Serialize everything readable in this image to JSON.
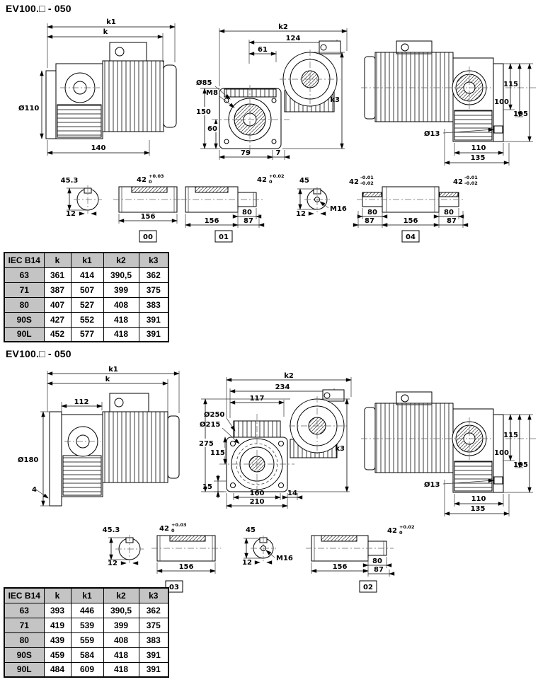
{
  "s1": {
    "title": "EV100.□ - 050",
    "viewA": {
      "k1": "k1",
      "k": "k",
      "dia110": "Ø110",
      "len140": "140"
    },
    "viewB": {
      "k2": "k2",
      "w124": "124",
      "w61": "61",
      "dia85": "Ø85",
      "m8": "M8",
      "h150": "150",
      "h60": "60",
      "b79": "79",
      "b7": "7",
      "k3": "k3"
    },
    "viewC": {
      "h115": "115",
      "h100": "100",
      "h195": "195",
      "dia13": "Ø13",
      "b110": "110",
      "b135": "135"
    },
    "shaft00": {
      "h453": "45.3",
      "w12": "12",
      "d42": "42",
      "tolu": "+0.03",
      "told": "0",
      "len156": "156",
      "label": "00"
    },
    "shaft01": {
      "d42": "42",
      "tolu": "+0.02",
      "told": "0",
      "len80": "80",
      "len156": "156",
      "len87": "87",
      "label": "01"
    },
    "shaft04": {
      "h45": "45",
      "w12": "12",
      "m16": "M16",
      "d42l": "42",
      "tolul": "-0.01",
      "toldl": "-0.02",
      "d42r": "42",
      "tolur": "-0.01",
      "toldr": "-0.02",
      "len80l": "80",
      "len87l": "87",
      "len156": "156",
      "len80r": "80",
      "len87r": "87",
      "label": "04"
    },
    "table": {
      "headers": [
        "IEC B14",
        "k",
        "k1",
        "k2",
        "k3"
      ],
      "rows": [
        [
          "63",
          "361",
          "414",
          "390,5",
          "362"
        ],
        [
          "71",
          "387",
          "507",
          "399",
          "375"
        ],
        [
          "80",
          "407",
          "527",
          "408",
          "383"
        ],
        [
          "90S",
          "427",
          "552",
          "418",
          "391"
        ],
        [
          "90L",
          "452",
          "577",
          "418",
          "391"
        ]
      ]
    }
  },
  "s2": {
    "title": "EV100.□ - 050",
    "viewD": {
      "k1": "k1",
      "k": "k",
      "w112": "112",
      "dia180": "Ø180",
      "t4": "4"
    },
    "viewE": {
      "k2": "k2",
      "w234": "234",
      "w117": "117",
      "dia250": "Ø250",
      "dia215": "Ø215",
      "h275": "275",
      "h115": "115",
      "h15": "15",
      "b160": "160",
      "b210": "210",
      "b14": "14",
      "k3": "k3"
    },
    "viewF": {
      "h115": "115",
      "h100": "100",
      "h195": "195",
      "dia13": "Ø13",
      "b110": "110",
      "b135": "135"
    },
    "shaft03": {
      "h453": "45.3",
      "w12": "12",
      "d42": "42",
      "tolu": "+0.03",
      "told": "0",
      "len156": "156",
      "label": "03"
    },
    "shaft02": {
      "h45": "45",
      "w12": "12",
      "m16": "M16",
      "d42": "42",
      "tolu": "+0.02",
      "told": "0",
      "len156": "156",
      "len80": "80",
      "len87": "87",
      "label": "02"
    },
    "table": {
      "headers": [
        "IEC B14",
        "k",
        "k1",
        "k2",
        "k3"
      ],
      "rows": [
        [
          "63",
          "393",
          "446",
          "390,5",
          "362"
        ],
        [
          "71",
          "419",
          "539",
          "399",
          "375"
        ],
        [
          "80",
          "439",
          "559",
          "408",
          "383"
        ],
        [
          "90S",
          "459",
          "584",
          "418",
          "391"
        ],
        [
          "90L",
          "484",
          "609",
          "418",
          "391"
        ]
      ]
    }
  }
}
